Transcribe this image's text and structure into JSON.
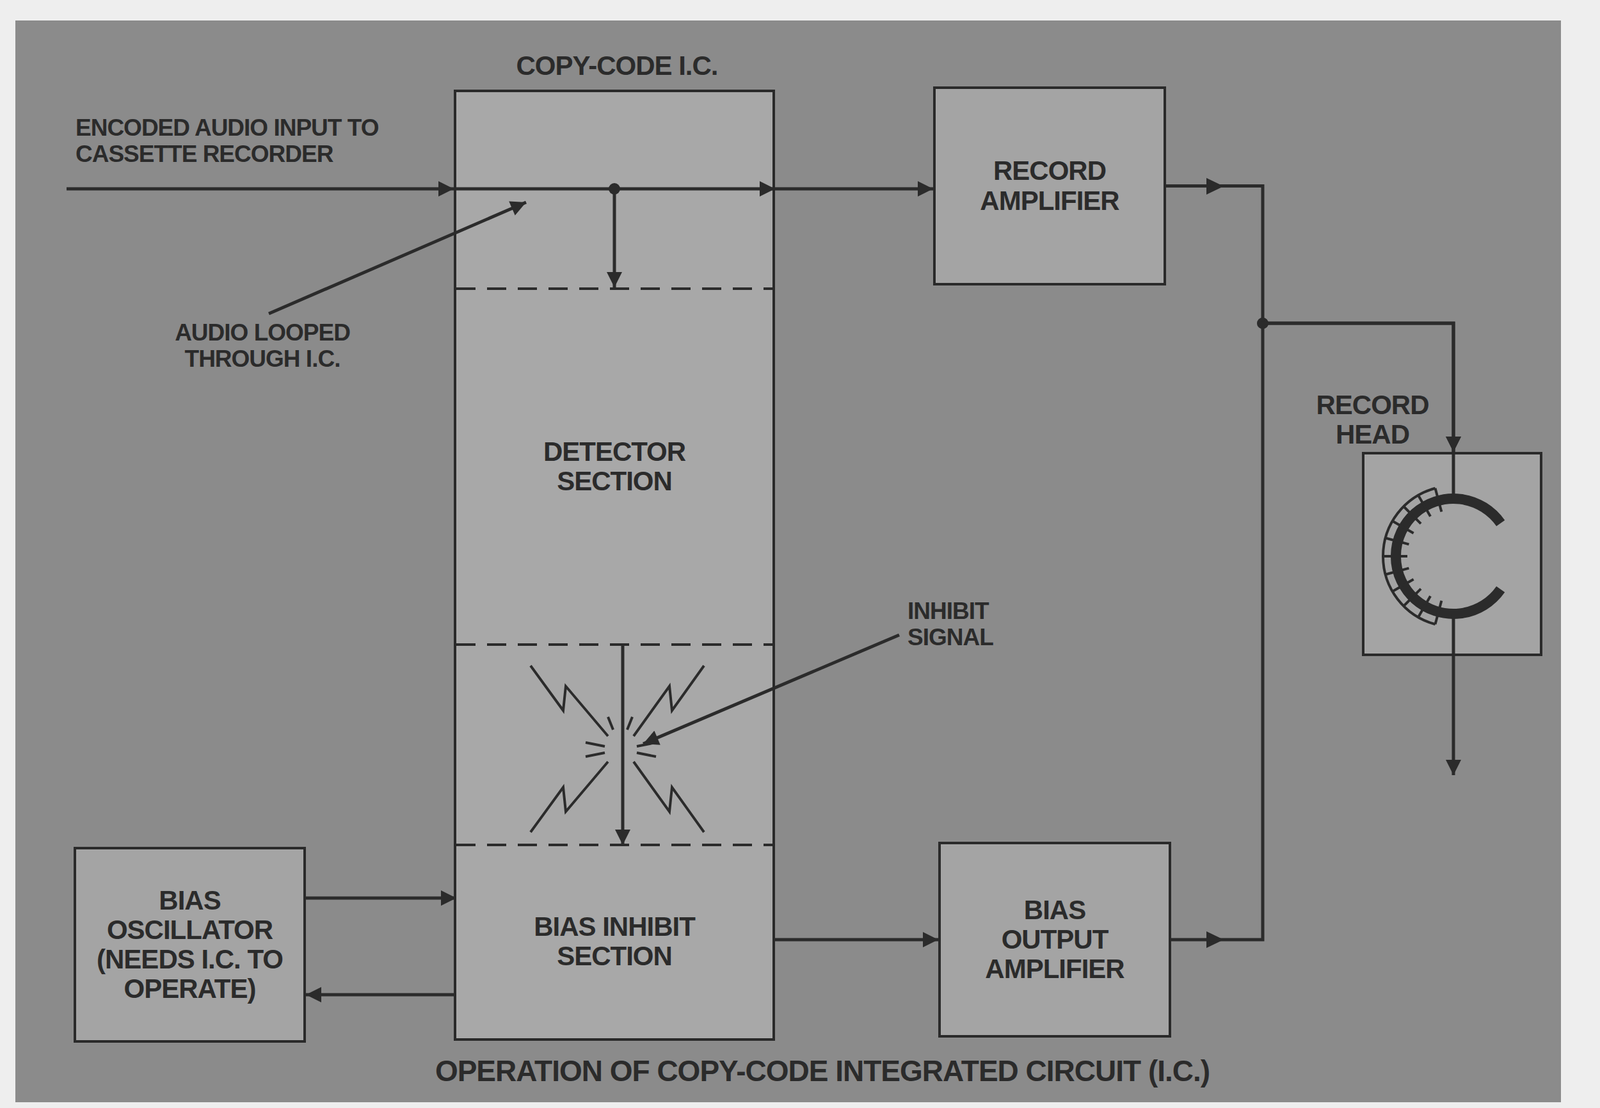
{
  "diagram": {
    "caption": "OPERATION OF COPY-CODE INTEGRATED CIRCUIT (I.C.)",
    "nodes": [
      {
        "text": [
          "COPY-CODE I.C."
        ]
      },
      {
        "text": [
          "DETECTOR SECTION"
        ],
        "in": 0
      },
      {
        "text": [
          "BIAS INHIBIT SECTION"
        ],
        "in": 0
      },
      {
        "text": [
          "RECORD AMPLIFIER"
        ]
      },
      {
        "text": [
          "RECORD HEAD"
        ]
      },
      {
        "text": [
          "BIAS OSCILLATOR (NEEDS I.C. TO OPERATE)"
        ]
      },
      {
        "text": [
          "BIAS OUTPUT AMPLIFIER"
        ]
      }
    ],
    "edges": [
      {
        "from": 0,
        "to": 3,
        "arrow": "to"
      },
      {
        "from": 1,
        "to": 2,
        "arrow": "to"
      },
      {
        "from": 3,
        "to": 4,
        "arrow": "to"
      },
      {
        "from": 5,
        "to": 2,
        "arrow": "to"
      },
      {
        "from": 2,
        "to": 5,
        "arrow": "to"
      },
      {
        "from": 2,
        "to": 6,
        "arrow": "to"
      },
      {
        "from": 6,
        "to": 4,
        "arrow": "to"
      }
    ],
    "labels": [
      "ENCODED AUDIO INPUT TO CASSETTE RECORDER",
      "AUDIO LOOPED THROUGH I.C.",
      "INHIBIT SIGNAL"
    ]
  }
}
